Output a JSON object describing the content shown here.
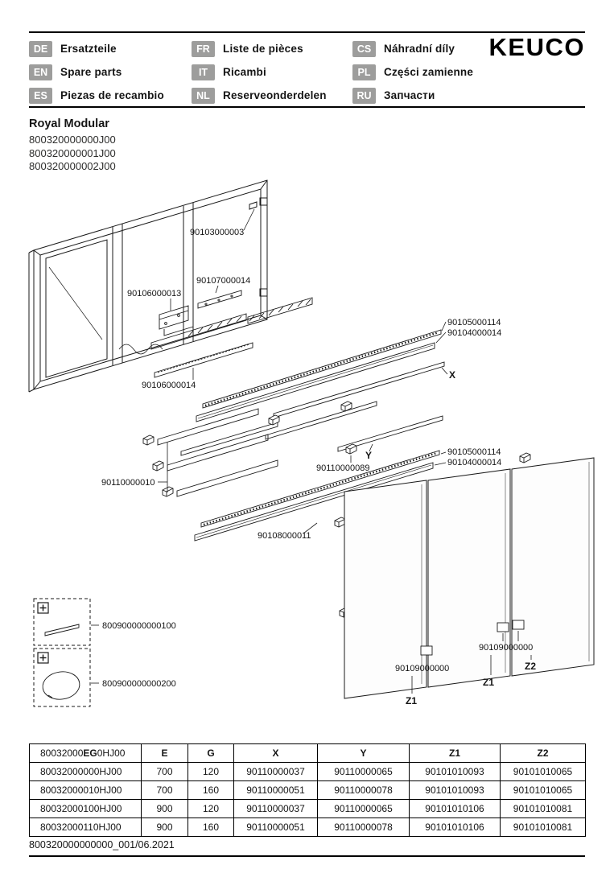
{
  "colors": {
    "ink": "#1a1a1a",
    "badge_gray": "#9d9d9c"
  },
  "header": {
    "brand": "KEUCO",
    "languages": [
      {
        "code": "DE",
        "label": "Ersatzteile"
      },
      {
        "code": "EN",
        "label": "Spare parts"
      },
      {
        "code": "ES",
        "label": "Piezas de recambio"
      },
      {
        "code": "FR",
        "label": "Liste de pièces"
      },
      {
        "code": "IT",
        "label": "Ricambi"
      },
      {
        "code": "NL",
        "label": "Reserveonderdelen"
      },
      {
        "code": "CS",
        "label": "Náhradní díly"
      },
      {
        "code": "PL",
        "label": "Części zamienne"
      },
      {
        "code": "RU",
        "label": "Запчасти"
      }
    ]
  },
  "product": {
    "name": "Royal Modular",
    "variants": [
      "800320000000J00",
      "800320000001J00",
      "800320000002J00"
    ]
  },
  "diagram": {
    "part_labels": {
      "cabinet_hinge": "90103000003",
      "light_insert": "90107000014",
      "drive_unit": "90106000013",
      "bottom_panel": "90106000014",
      "led_strip_top_1": "90105000114",
      "led_strip_top_2": "90104000014",
      "marker_x": "X",
      "marker_y": "Y",
      "clip": "90110000089",
      "led_strip_bottom_1": "90105000114",
      "led_strip_bottom_2": "90104000014",
      "glass_shelf": "90110000010",
      "led_profile": "90108000011",
      "accessory_1": "800900000000100",
      "accessory_2": "800900000000200",
      "door_pad_left": "90109000000",
      "door_pad_right": "90109000000",
      "marker_z1_left": "Z1",
      "marker_z1_right": "Z1",
      "marker_z2": "Z2"
    }
  },
  "table": {
    "header": {
      "model_prefix": "80032000",
      "model_bold": "EG",
      "model_suffix": "0HJ00",
      "cols": [
        "E",
        "G",
        "X",
        "Y",
        "Z1",
        "Z2"
      ]
    },
    "rows": [
      [
        "80032000000HJ00",
        "700",
        "120",
        "90110000037",
        "90110000065",
        "90101010093",
        "90101010065"
      ],
      [
        "80032000010HJ00",
        "700",
        "160",
        "90110000051",
        "90110000078",
        "90101010093",
        "90101010065"
      ],
      [
        "80032000100HJ00",
        "900",
        "120",
        "90110000037",
        "90110000065",
        "90101010106",
        "90101010081"
      ],
      [
        "80032000110HJ00",
        "900",
        "160",
        "90110000051",
        "90110000078",
        "90101010106",
        "90101010081"
      ]
    ]
  },
  "footer": {
    "doc_number": "800320000000000_001/06.2021"
  }
}
